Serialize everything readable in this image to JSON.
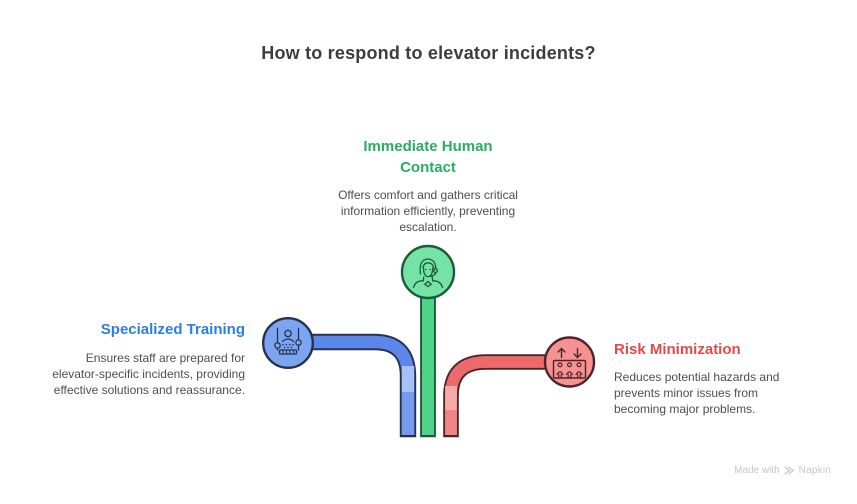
{
  "title": "How to respond to elevator incidents?",
  "colors": {
    "background": "#FFFFFF",
    "title_text": "#3D3D3D",
    "body_text": "#4E4E4E",
    "footer_text": "#C3C6CB"
  },
  "branches": [
    {
      "id": "immediate-human-contact",
      "heading": "Immediate Human Contact",
      "description": "Offers comfort and gathers critical information efficiently, preventing escalation.",
      "icon": "operator-headset-icon",
      "position": "top-center",
      "colors": {
        "heading": "#27AE60",
        "tube": "#4FD487",
        "tube_light": "#7BE3A8",
        "circle": "#76E3A6",
        "outline": "#1C5A3C"
      }
    },
    {
      "id": "specialized-training",
      "heading": "Specialized Training",
      "description": "Ensures staff are prepared for elevator-specific incidents, providing effective solutions and reassurance.",
      "icon": "training-sliders-person-icon",
      "position": "left",
      "colors": {
        "heading": "#2E7CE8",
        "tube": "#5C86EA",
        "tube_light": "#A6C1F5",
        "tube_lower": "#749BEF",
        "circle": "#7DA4F0",
        "outline": "#26334F"
      }
    },
    {
      "id": "risk-minimization",
      "heading": "Risk Minimization",
      "description": "Reduces potential hazards and prevents minor issues from becoming major problems.",
      "icon": "elevator-passengers-icon",
      "position": "right",
      "colors": {
        "heading": "#E04A4A",
        "tube": "#ED6A6A",
        "tube_light": "#F5A9A9",
        "tube_lower": "#F08585",
        "circle": "#F69292",
        "outline": "#4D2429"
      }
    }
  ],
  "footer": {
    "made_with": "Made with",
    "brand": "Napkin",
    "logo": "napkin-logo-icon"
  }
}
